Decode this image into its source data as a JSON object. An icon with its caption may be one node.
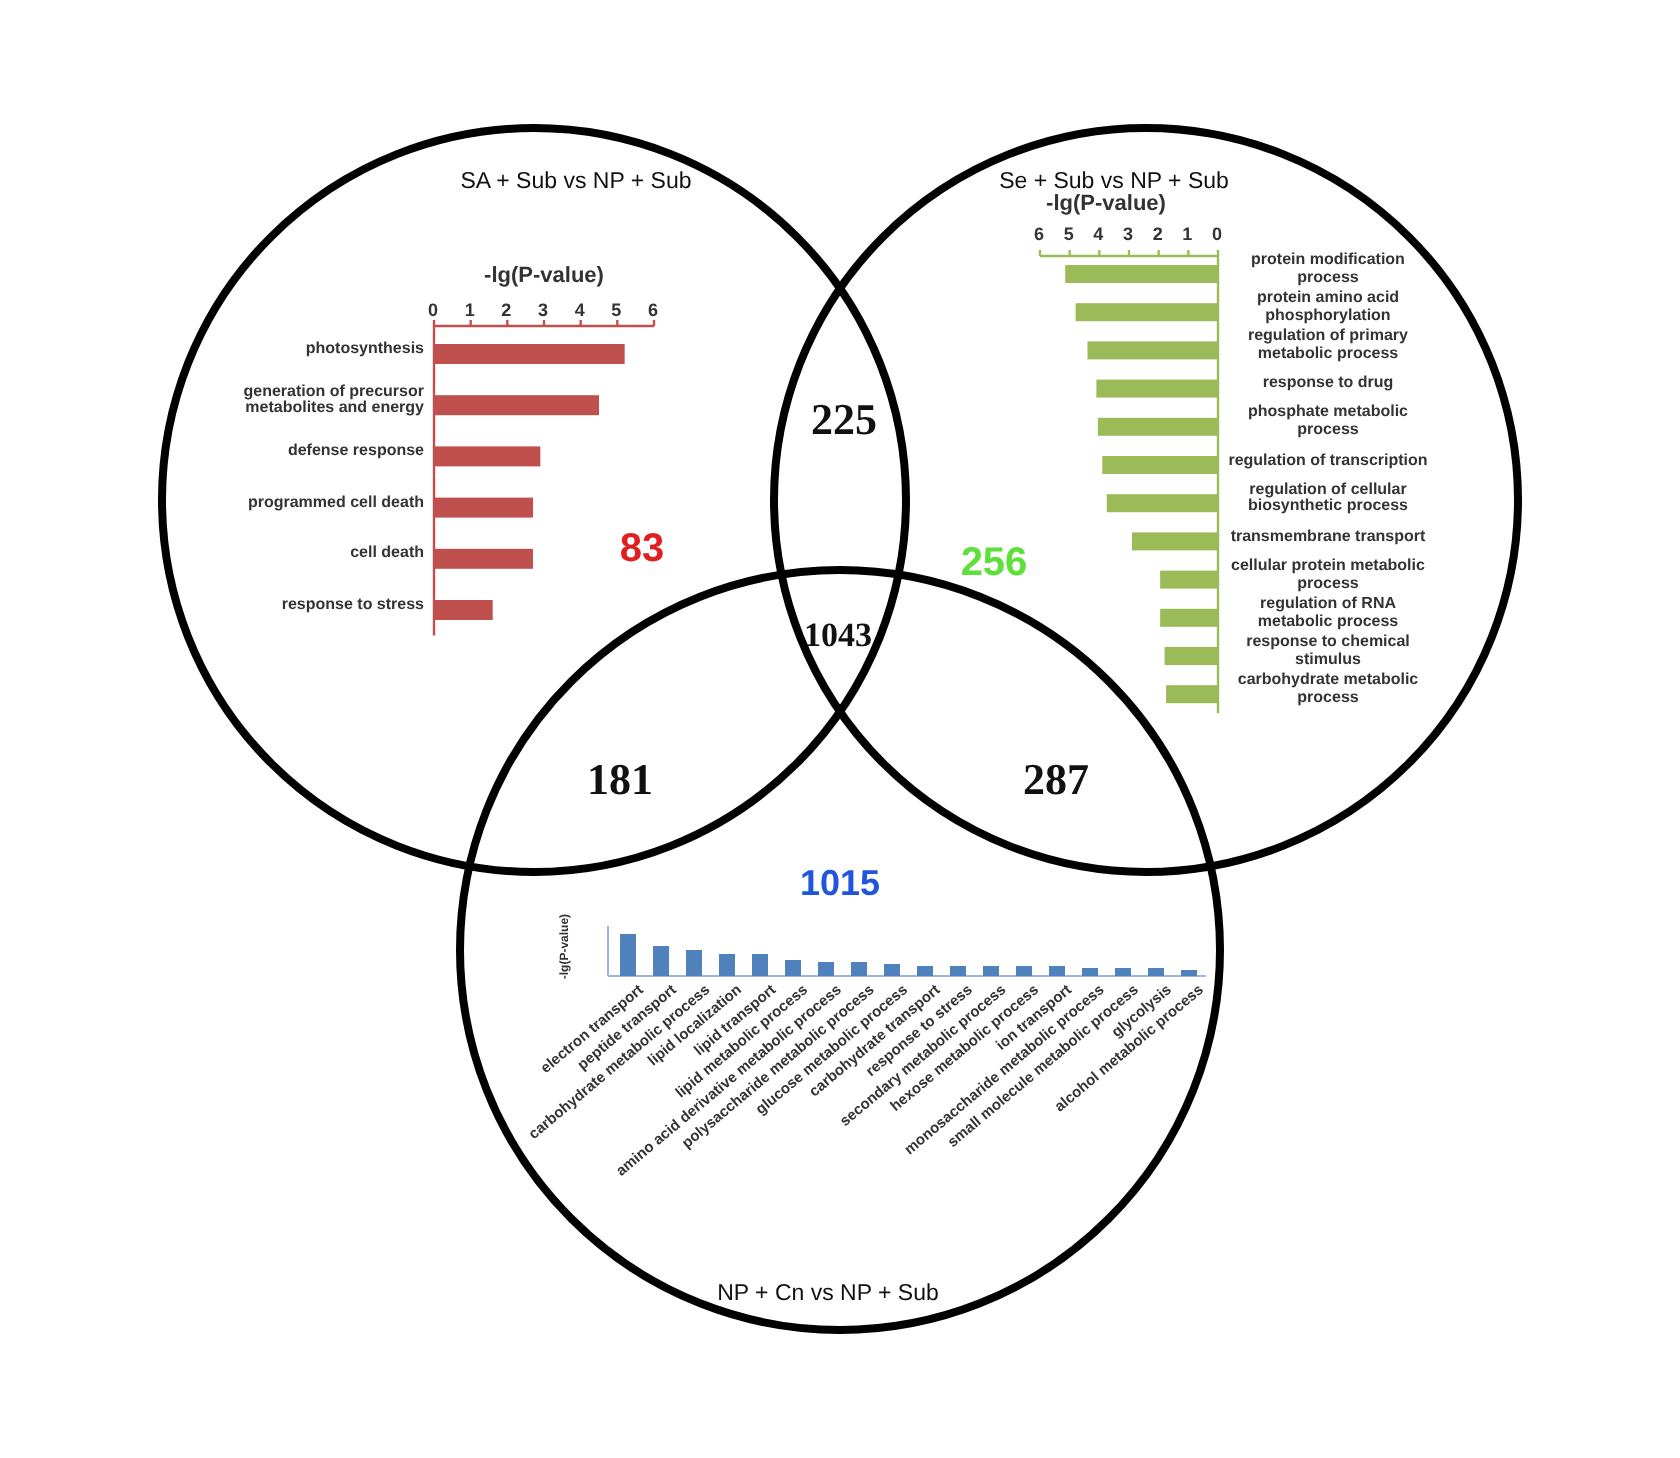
{
  "diagram": {
    "nodes": [
      {
        "text": [
          "SA + Sub vs NP + Sub"
        ]
      },
      {
        "text": [
          "Se + Sub vs NP + Sub"
        ]
      },
      {
        "text": [
          "NP + Cn vs NP + Sub"
        ]
      }
    ],
    "labels": [
      "225",
      "83",
      "256",
      "1043",
      "181",
      "287",
      "1015",
      "-lg(P-value)",
      "electron transport",
      "peptide transport",
      "carbohydrate metabolic process",
      "lipid localization",
      "lipid transport",
      "lipid metabolic process",
      "amino acid derivative metabolic process",
      "polysaccharide metabolic process",
      "glucose metabolic process",
      "carbohydrate transport",
      "response to stress",
      "secondary metabolic process",
      "hexose metabolic process",
      "ion transport",
      "monosaccharide metabolic process",
      "small molecule metabolic process",
      "glycolysis",
      "alcohol metabolic process"
    ],
    "chart_data": [
      {
        "type": "bar",
        "orientation": "horizontal",
        "xlabel": "-lg(P-value)",
        "categories": [
          "photosynthesis",
          "generation of precursor metabolites and energy",
          "defense response",
          "programmed cell death",
          "cell death",
          "response to stress"
        ],
        "series": [
          {
            "color": "#c0504d",
            "values": [
              5.2,
              4.5,
              2.9,
              2.7,
              2.7,
              1.6
            ]
          }
        ],
        "xlim": [
          0,
          6
        ],
        "xticks": [
          0,
          1,
          2,
          3,
          4,
          5,
          6
        ]
      },
      {
        "type": "bar",
        "orientation": "horizontal",
        "xlabel": "-lg(P-value)",
        "categories": [
          "protein modification process",
          "protein amino acid phosphorylation",
          "regulation of primary metabolic process",
          "response to drug",
          "phosphate metabolic process",
          "regulation of transcription",
          "regulation of cellular biosynthetic process",
          "transmembrane transport",
          "cellular protein metabolic process",
          "regulation of RNA metabolic process",
          "response to chemical stimulus",
          "carbohydrate metabolic process"
        ],
        "series": [
          {
            "color": "#9bbb59",
            "values": [
              5.15,
              4.8,
              4.4,
              4.1,
              4.05,
              3.9,
              3.75,
              2.9,
              1.95,
              1.95,
              1.8,
              1.75
            ]
          }
        ],
        "xlim": [
          6,
          0
        ],
        "xticks": [
          6,
          5,
          4,
          3,
          2,
          1,
          0
        ]
      }
    ]
  }
}
